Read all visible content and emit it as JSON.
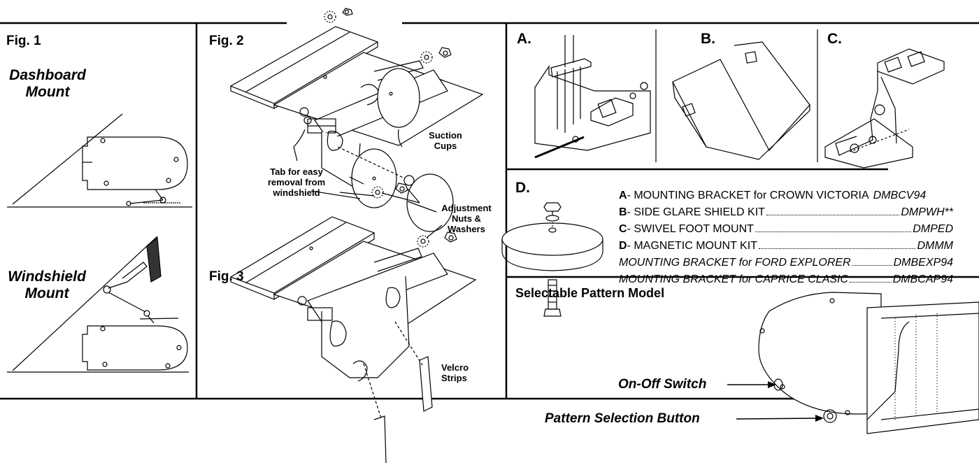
{
  "figures": {
    "fig1": {
      "label": "Fig. 1",
      "dashboard_mount": [
        "Dashboard",
        "Mount"
      ],
      "windshield_mount": [
        "Windshield",
        "Mount"
      ]
    },
    "fig2": {
      "label": "Fig. 2",
      "suction_cups": [
        "Suction",
        "Cups"
      ],
      "tab_callout": [
        "Tab for easy",
        "removal from",
        "windshield"
      ]
    },
    "fig3": {
      "label": "Fig. 3",
      "adjustment": [
        "Adjustment",
        "Nuts &",
        "Washers"
      ],
      "velcro": [
        "Velcro",
        "Strips"
      ]
    }
  },
  "accessories": {
    "a_label": "A.",
    "b_label": "B.",
    "c_label": "C.",
    "d_label": "D."
  },
  "parts_list": [
    {
      "key": "A",
      "text": " - MOUNTING BRACKET for CROWN VICTORIA",
      "code": "DMBCV94",
      "leader": false,
      "italic": false
    },
    {
      "key": "B",
      "text": " - SIDE GLARE SHIELD KIT",
      "code": "DMPWH**",
      "leader": true,
      "italic": false
    },
    {
      "key": "C",
      "text": " - SWIVEL FOOT MOUNT",
      "code": "DMPED",
      "leader": true,
      "italic": false
    },
    {
      "key": "D",
      "text": " - MAGNETIC MOUNT KIT",
      "code": "DMMM",
      "leader": true,
      "italic": false
    },
    {
      "key": "",
      "text": "MOUNTING BRACKET for FORD EXPLORER",
      "code": "DMBEXP94",
      "leader": true,
      "italic": true
    },
    {
      "key": "",
      "text": "MOUNTING BRACKET for CAPRICE CLASIC",
      "code": "DMBCAP94",
      "leader": true,
      "italic": true
    }
  ],
  "selectable": {
    "title": "Selectable Pattern Model",
    "switch_label": "On-Off Switch",
    "button_label": "Pattern Selection Button"
  }
}
